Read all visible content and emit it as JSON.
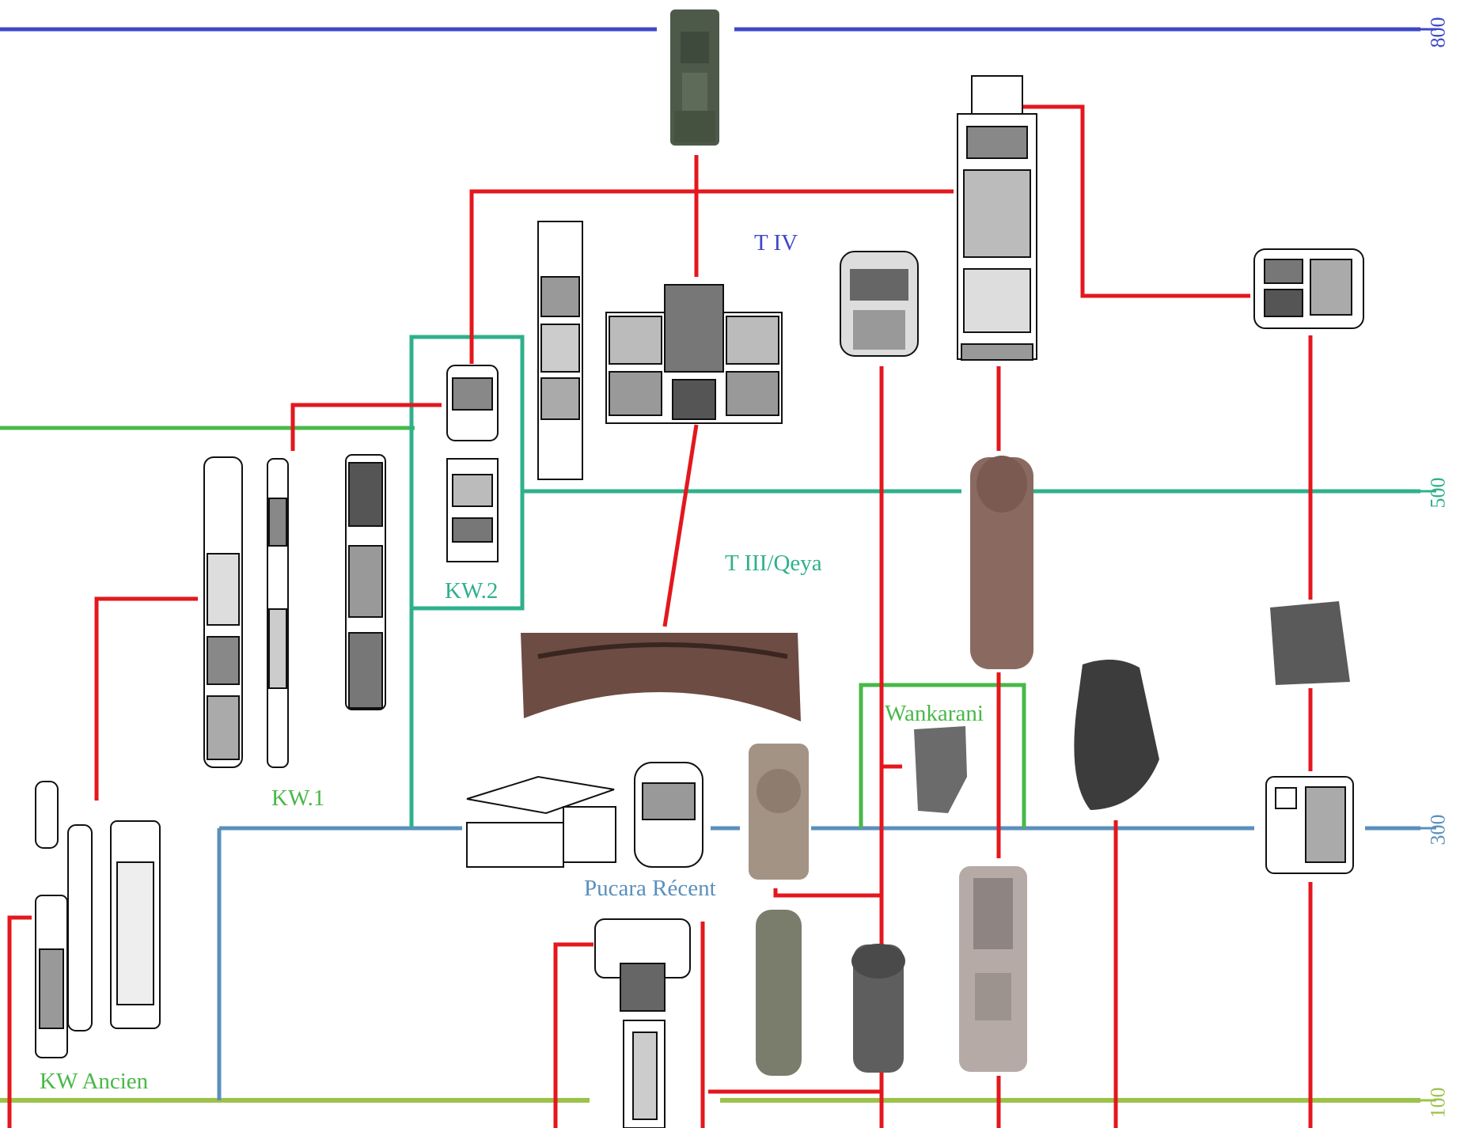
{
  "colors": {
    "t800": "#3e48c8",
    "t500": "#2fb08c",
    "t300": "#5b8fbd",
    "t100": "#9cc24a",
    "red": "#e3171d",
    "kw_green": "#48b848",
    "stone_dark": "#4d5a4a",
    "stone_red": "#8a6a60",
    "stone_grey": "#6b6b6b",
    "ink": "#111111"
  },
  "timeline_labels": {
    "y800": "800",
    "y500": "500",
    "y300": "300",
    "y100": "100"
  },
  "period_labels": {
    "tiv": "T IV",
    "tiii": "T III/Qeya",
    "kw2": "KW.2",
    "kw1": "KW.1",
    "kw_ancien": "KW Ancien",
    "pucara": "Pucara Récent",
    "wankarani": "Wankarani"
  }
}
